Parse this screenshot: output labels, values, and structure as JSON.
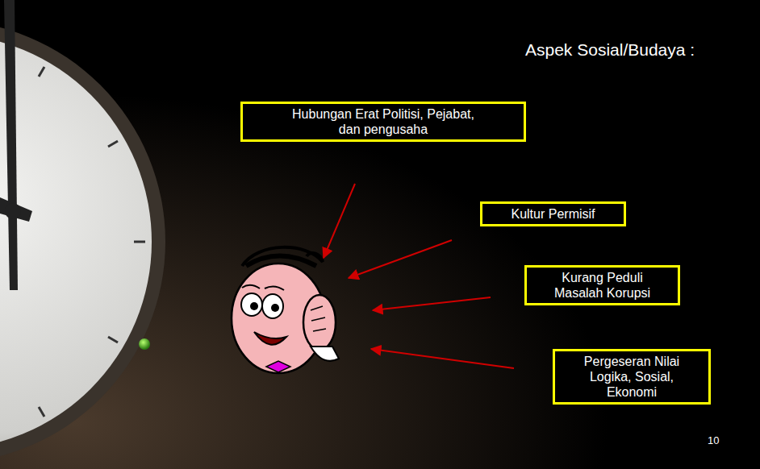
{
  "diagram": {
    "title": "Aspek Sosial/Budaya :",
    "nodes": [
      {
        "text": [
          "Hubungan Erat Politisi, Pejabat, dan pengusaha"
        ]
      },
      {
        "text": [
          "Kultur Permisif"
        ]
      },
      {
        "text": [
          "Kurang Peduli Masalah Korupsi"
        ]
      },
      {
        "text": [
          "Pergeseran Nilai Logika, Sosial, Ekonomi"
        ]
      }
    ],
    "labels": [
      "10"
    ]
  }
}
